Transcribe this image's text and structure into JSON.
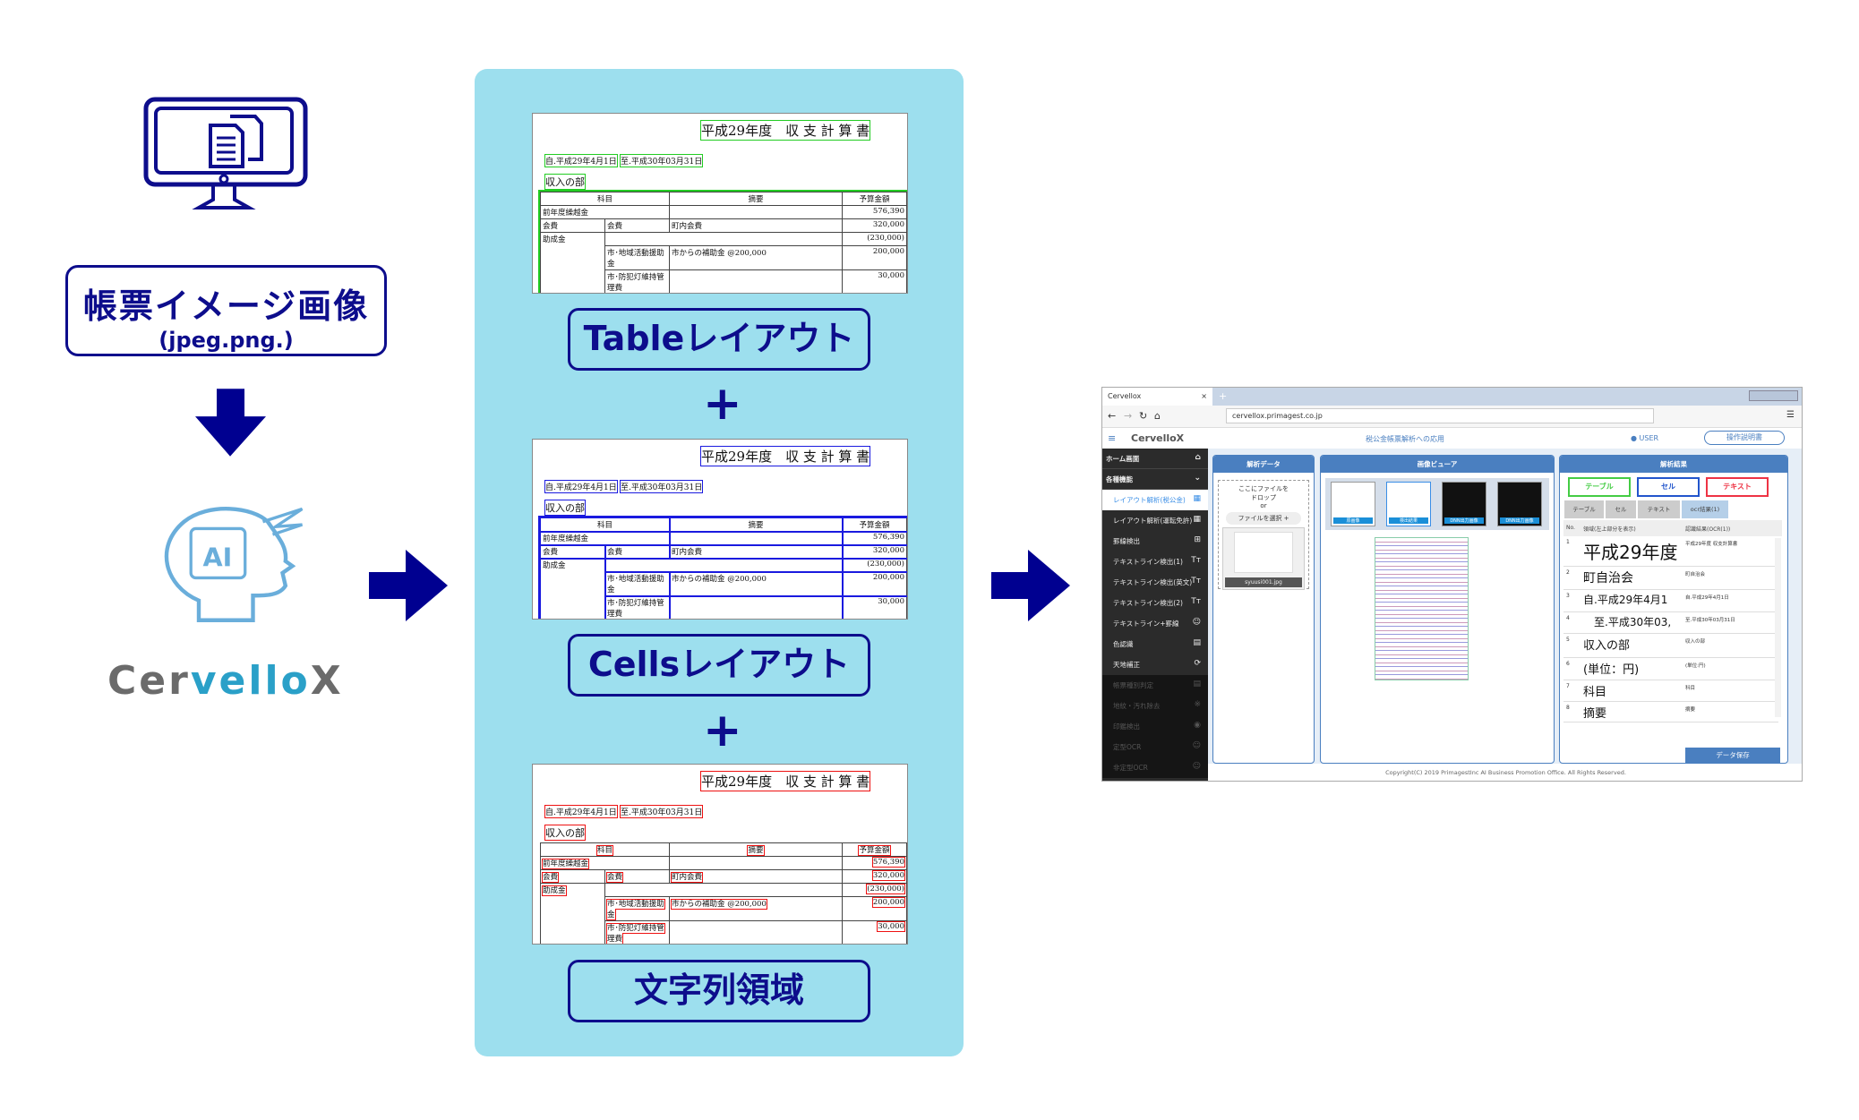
{
  "input": {
    "title": "帳票イメージ画像",
    "formats": "(jpeg.png.)",
    "icon": "monitor-documents-icon"
  },
  "brand": {
    "logo_gray": "Cer",
    "logo_blue": "vello",
    "logo_gray2": "X",
    "ai_label": "AI"
  },
  "layouts": [
    {
      "label": "Tableレイアウト",
      "color": "#22cc22"
    },
    {
      "label": "Cellsレイアウト",
      "color": "#1a1adf"
    },
    {
      "label": "文字列領域",
      "color": "#ee1111"
    }
  ],
  "plus": "+",
  "doc": {
    "title": "平成29年度　収 支 計 算 書",
    "date_from": "自.平成29年4月1日",
    "date_to": "至.平成30年03月31日",
    "section": "収入の部",
    "headers": [
      "科目",
      "摘要",
      "予算金額"
    ],
    "rows": [
      [
        "前年度繰越金",
        "",
        "",
        "576,390"
      ],
      [
        "会費",
        "会費",
        "町内会費",
        "320,000"
      ],
      [
        "助成金",
        "",
        "",
        "(230,000)"
      ],
      [
        "",
        "市･地域活動援助金",
        "市からの補助金 @200,000",
        "200,000"
      ],
      [
        "",
        "市･防犯灯維持管理費",
        "",
        "30,000"
      ]
    ]
  },
  "app": {
    "tab_title": "Cervellox",
    "url": "cervellox.primagest.co.jp",
    "logo": "CervelloX",
    "page_title": "税公金帳票解析への応用",
    "user": "USER",
    "manual_button": "操作説明書",
    "sidebar": [
      {
        "label": "ホーム画面",
        "icon": "⌂",
        "state": "header"
      },
      {
        "label": "各種機能",
        "icon": "⌄",
        "state": "header"
      },
      {
        "label": "レイアウト解析(税公金)",
        "icon": "▦",
        "state": "active"
      },
      {
        "label": "レイアウト解析(運転免許)",
        "icon": "▦",
        "state": "normal"
      },
      {
        "label": "罫線検出",
        "icon": "⊞",
        "state": "normal"
      },
      {
        "label": "テキストライン検出(1)",
        "icon": "Tт",
        "state": "normal"
      },
      {
        "label": "テキストライン検出(英文)",
        "icon": "Tт",
        "state": "normal"
      },
      {
        "label": "テキストライン検出(2)",
        "icon": "Tт",
        "state": "normal"
      },
      {
        "label": "テキストライン+罫線",
        "icon": "☺",
        "state": "normal"
      },
      {
        "label": "色認識",
        "icon": "▤",
        "state": "normal"
      },
      {
        "label": "天地補正",
        "icon": "⟳",
        "state": "normal"
      },
      {
        "label": "帳票種別判定",
        "icon": "▤",
        "state": "disabled"
      },
      {
        "label": "地紋・汚れ除去",
        "icon": "※",
        "state": "disabled"
      },
      {
        "label": "印鑑検出",
        "icon": "◉",
        "state": "disabled"
      },
      {
        "label": "定型OCR",
        "icon": "☺",
        "state": "disabled"
      },
      {
        "label": "非定型OCR",
        "icon": "☺",
        "state": "disabled"
      }
    ],
    "panels": {
      "data": {
        "title": "解析データ",
        "drop1": "ここにファイルを",
        "drop2": "ドロップ",
        "or": "or",
        "select": "ファイルを選択",
        "file": "syuusi001.jpg"
      },
      "viewer": {
        "title": "画像ビューア",
        "thumbs": [
          "原画像",
          "検出結果",
          "DNN出力画像",
          "DNN出力画像"
        ]
      },
      "result": {
        "title": "解析結果",
        "buttons": [
          "テーブル",
          "セル",
          "テキスト"
        ],
        "tabs": [
          "テーブル",
          "セル",
          "テキスト",
          "ocr結果(1)"
        ],
        "columns": [
          "No.",
          "領域(左上部分を表示)",
          "認識結果(OCR(1))"
        ],
        "rows": [
          [
            "1",
            "平成29年度",
            "平成29年度 収支計算書"
          ],
          [
            "2",
            "町自治会",
            "町自治会"
          ],
          [
            "3",
            "自.平成29年4月1",
            "自.平成29年4月1日"
          ],
          [
            "4",
            "　至.平成30年03,",
            "至.平成30年03月31日"
          ],
          [
            "5",
            "収入の部",
            "収入の部"
          ],
          [
            "6",
            "(単位：円)",
            "(単位:円)"
          ],
          [
            "7",
            "科目",
            "科目"
          ],
          [
            "8",
            "摘要",
            "摘要"
          ]
        ],
        "save": "データ保存"
      }
    },
    "footer": "Copyright(C) 2019 PrimagestInc AI Business Promotion Office. All Rights Reserved."
  }
}
